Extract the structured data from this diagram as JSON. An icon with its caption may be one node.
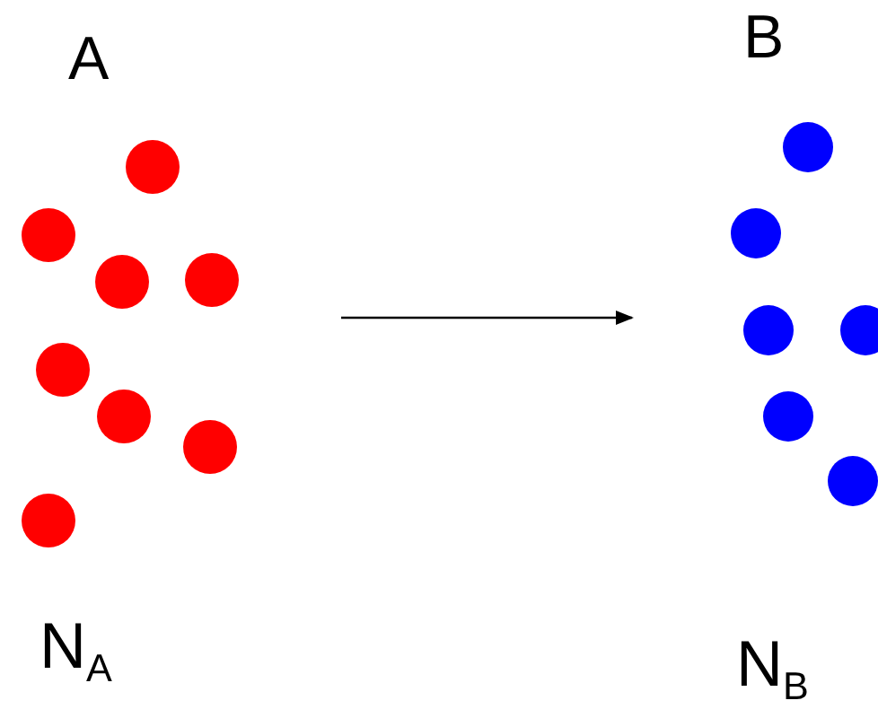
{
  "diagram": {
    "nodes": [
      {
        "text": [
          "A"
        ],
        "beside": [
          "N$_{A}$"
        ]
      },
      {
        "text": [
          "B"
        ],
        "beside": [
          "N$_{B}$"
        ]
      }
    ],
    "edges": [
      {
        "from": 0,
        "to": 1,
        "arrow": "to"
      }
    ]
  }
}
